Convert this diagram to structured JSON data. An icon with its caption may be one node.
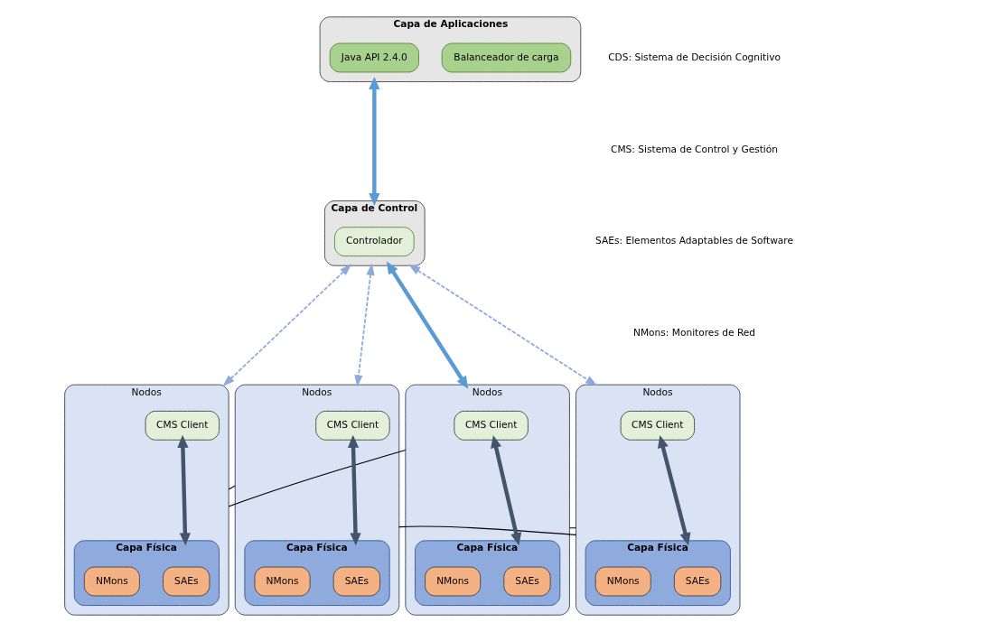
{
  "diagram": {
    "nodes": [
      {
        "text": [
          "Capa de Aplicaciones"
        ]
      },
      {
        "text": [
          "Balanceador de carga"
        ],
        "in": 0
      },
      {
        "text": [
          "Java API 2.4.0"
        ],
        "in": 0
      },
      {
        "text": [
          "Capa de Control"
        ]
      },
      {
        "text": [
          "Controlador"
        ],
        "in": 3
      },
      {
        "text": [
          "Nodos"
        ]
      },
      {
        "text": [
          "CMS Client"
        ],
        "in": 5
      },
      {
        "text": [
          "Capa Física"
        ],
        "in": 5
      },
      {
        "text": [
          "SAEs"
        ],
        "in": 7
      },
      {
        "text": [
          "NMons"
        ],
        "in": 7
      },
      {
        "text": [
          "Nodos"
        ]
      },
      {
        "text": [
          "CMS Client"
        ],
        "in": 10
      },
      {
        "text": [
          "Capa Física"
        ],
        "in": 10
      },
      {
        "text": [
          "SAEs"
        ],
        "in": 12
      },
      {
        "text": [
          "NMons"
        ],
        "in": 12
      },
      {
        "text": [
          "Nodos"
        ]
      },
      {
        "text": [
          "CMS Client"
        ],
        "in": 15
      },
      {
        "text": [
          "Capa Física"
        ],
        "in": 15
      },
      {
        "text": [
          "SAEs"
        ],
        "in": 17
      },
      {
        "text": [
          "NMons"
        ],
        "in": 17
      },
      {
        "text": [
          "Nodos"
        ]
      },
      {
        "text": [
          "CMS Client"
        ],
        "in": 20
      },
      {
        "text": [
          "Capa Física"
        ],
        "in": 20
      },
      {
        "text": [
          "SAEs"
        ],
        "in": 22
      },
      {
        "text": [
          "NMons"
        ],
        "in": 22
      }
    ],
    "edges": [
      {
        "from": 0,
        "to": 3,
        "arrow": "both",
        "color": "#5b9bd5",
        "style": "thick"
      },
      {
        "from": 3,
        "to": 5,
        "arrow": "both",
        "style": "dashed",
        "color": "#8eaadb"
      },
      {
        "from": 3,
        "to": 10,
        "arrow": "both",
        "style": "dashed",
        "color": "#8eaadb"
      },
      {
        "from": 3,
        "to": 15,
        "arrow": "both",
        "color": "#5b9bd5",
        "style": "thick"
      },
      {
        "from": 3,
        "to": 20,
        "arrow": "both",
        "style": "dashed",
        "color": "#8eaadb"
      },
      {
        "from": 6,
        "to": 7,
        "arrow": "both",
        "color": "#44546a",
        "style": "thick"
      },
      {
        "from": 11,
        "to": 12,
        "arrow": "both",
        "color": "#44546a",
        "style": "thick"
      },
      {
        "from": 16,
        "to": 17,
        "arrow": "both",
        "color": "#44546a",
        "style": "thick"
      },
      {
        "from": 21,
        "to": 22,
        "arrow": "both",
        "color": "#44546a",
        "style": "thick"
      },
      {
        "from": 5,
        "to": 15,
        "arrow": "none"
      },
      {
        "from": 5,
        "to": 10,
        "arrow": "none"
      },
      {
        "from": 10,
        "to": 15,
        "arrow": "none"
      },
      {
        "from": 10,
        "to": 20,
        "arrow": "none"
      },
      {
        "from": 15,
        "to": 20,
        "arrow": "none"
      }
    ],
    "labels": [
      "CDS: Sistema de Decisión Cognitivo",
      "CMS: Sistema de Control y Gestión",
      "SAEs: Elementos Adaptables de Software",
      "NMons: Monitores de Red"
    ]
  }
}
